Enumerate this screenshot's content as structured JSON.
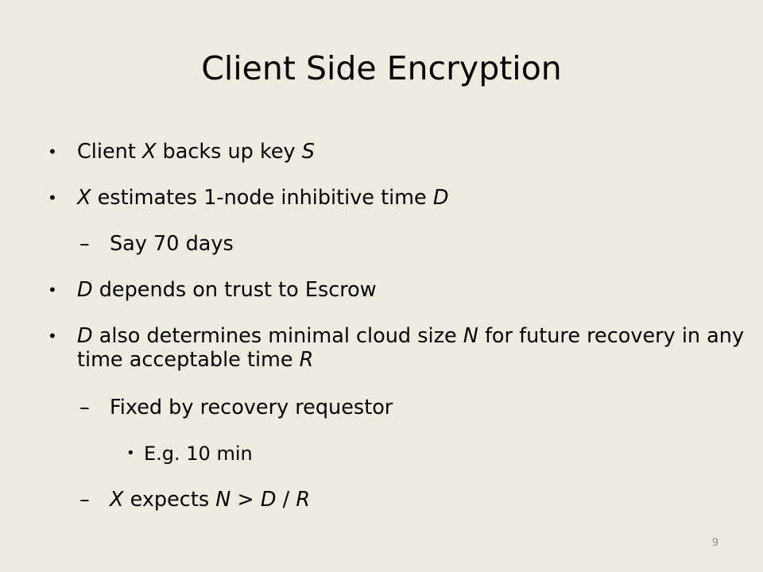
{
  "slide": {
    "title": "Client Side Encryption",
    "page_number": "9",
    "bullets": [
      {
        "id": "b1",
        "level": 1,
        "parts": [
          "Client ",
          "X",
          " backs up  key ",
          "S"
        ]
      },
      {
        "id": "b2",
        "level": 1,
        "parts": [
          "X",
          " estimates 1-node inhibitive time ",
          "D"
        ]
      },
      {
        "id": "b3",
        "level": 2,
        "parts": [
          "Say 70 days"
        ]
      },
      {
        "id": "b4",
        "level": 1,
        "parts": [
          "D",
          " depends on trust to Escrow"
        ]
      },
      {
        "id": "b5",
        "level": 1,
        "parts": [
          "D",
          " also determines minimal cloud size ",
          "N",
          " for future recovery in any time acceptable time ",
          "R"
        ]
      },
      {
        "id": "b6",
        "level": 2,
        "parts": [
          "Fixed by recovery requestor"
        ]
      },
      {
        "id": "b7",
        "level": 3,
        "parts": [
          "E.g. 10 min"
        ]
      },
      {
        "id": "b8",
        "level": 2,
        "parts": [
          "X",
          " expects ",
          "N",
          " > ",
          "D",
          " / ",
          "R"
        ]
      }
    ],
    "markers": {
      "level1": "•",
      "level2": "–",
      "level3": "•"
    }
  }
}
